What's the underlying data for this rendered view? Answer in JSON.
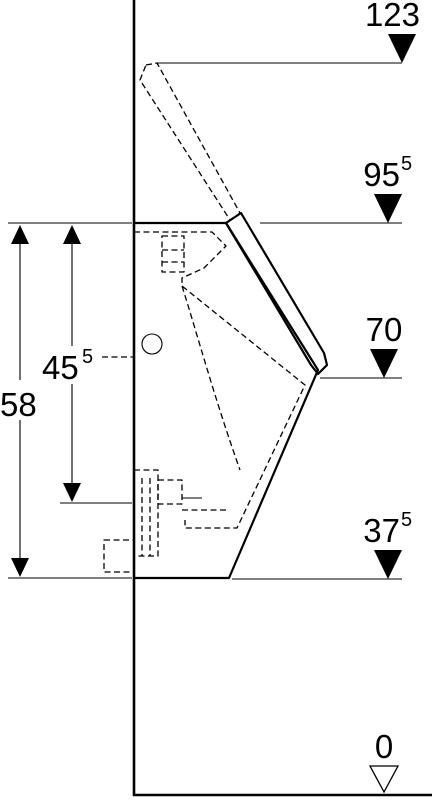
{
  "levels": {
    "top": {
      "main": "123",
      "sup": ""
    },
    "upper": {
      "main": "95",
      "sup": "5"
    },
    "middle": {
      "main": "70",
      "sup": ""
    },
    "lower": {
      "main": "37",
      "sup": "5"
    },
    "floor": {
      "main": "0",
      "sup": ""
    }
  },
  "dimensions": {
    "outer": {
      "main": "58",
      "sup": ""
    },
    "inner": {
      "main": "45",
      "sup": "5"
    }
  },
  "colors": {
    "ink": "#000000",
    "paper": "#ffffff"
  }
}
